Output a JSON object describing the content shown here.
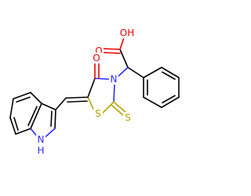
{
  "atom_labels": {
    "carboxyl_oh": "OH",
    "carboxyl_o": "O",
    "ring_carbonyl_o": "O",
    "ring_n": "N",
    "ring_s": "S",
    "thione_s": "S",
    "indole_n": "N",
    "indole_nh_h": "H"
  },
  "colors": {
    "carbon": "#000000",
    "oxygen": "#ee0000",
    "nitrogen": "#2c2cff",
    "sulfur": "#b8a300",
    "background": "#ffffff"
  }
}
